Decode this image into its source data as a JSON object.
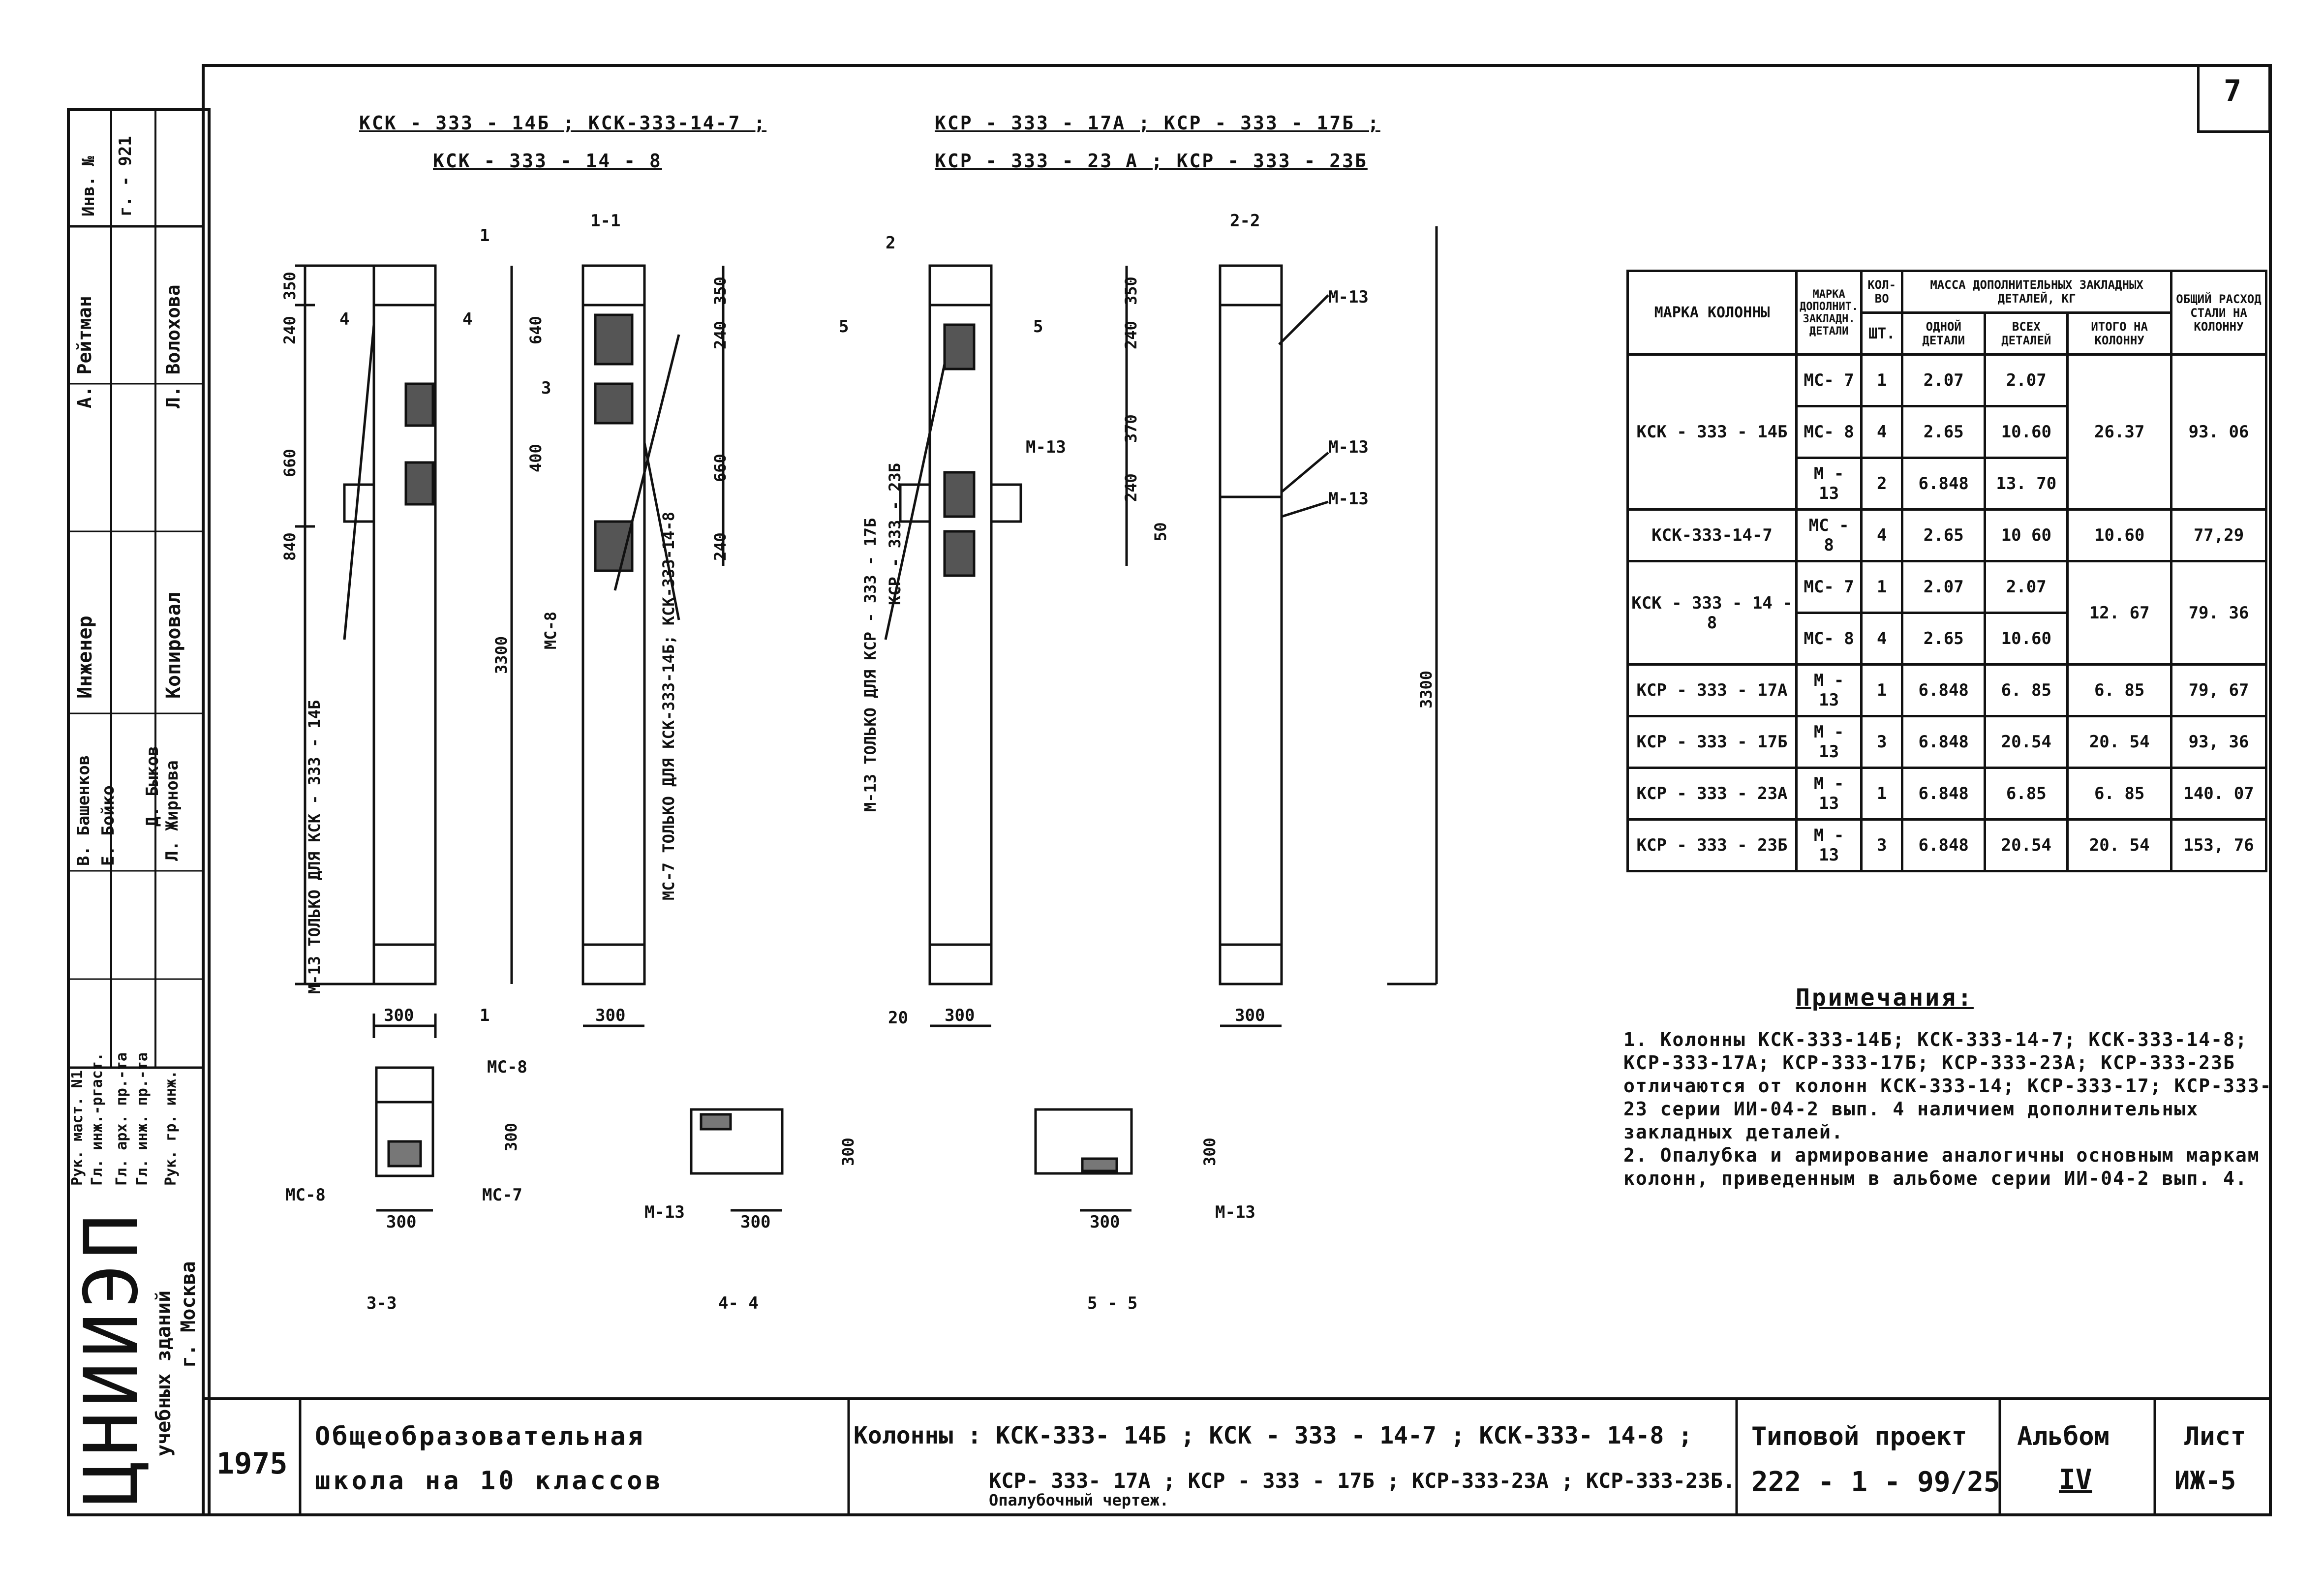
{
  "sheet_number_corner": "7",
  "side_stamp": {
    "inv": "Инв. №",
    "inv_sub": "г. - 921",
    "roles": [
      "Рук. маст. N1",
      "Гл. инж.-ргаст.",
      "Гл. арх. пр.-та",
      "Гл. инж. пр.-та",
      "Рук. гр. инж."
    ],
    "names_top": [
      "В. Башенков",
      "Е. Бойко",
      "Д. Быков"
    ],
    "names_bottom": [
      "Инженер",
      "Копировал"
    ],
    "staff": [
      "А. Рейтман",
      "Л. Волохова",
      "Л. Жирнова"
    ],
    "org": "ЦНИИЭП",
    "org_sub1": "учебных зданий",
    "org_sub2": "г. Москва"
  },
  "drawing": {
    "title_left_1": "КСК - 333 - 14Б ; КСК-333-14-7 ;",
    "title_left_2": "КСК - 333 - 14 - 8",
    "title_right_1": "КСР - 333 - 17А ; КСР - 333 - 17Б ;",
    "title_right_2": "КСР - 333 - 23 А ; КСР - 333 - 23Б",
    "sec_1_1": "1-1",
    "sec_2_2": "2-2",
    "sec_3_3": "3-3",
    "sec_4_4": "4- 4",
    "sec_5_5": "5 - 5",
    "dim_300": "300",
    "dim_3300": "3300",
    "dim_350": "350",
    "dim_240": "240",
    "dim_660": "660",
    "dim_840": "840",
    "dim_640": "640",
    "dim_400": "400",
    "dim_370": "370",
    "dim_50": "50",
    "dim_20": "20",
    "dim_2": "2",
    "mark_1": "1",
    "mark_3": "3",
    "mark_4": "4",
    "mark_5": "5",
    "mark_2": "2",
    "note_m13_left": "М-13 ТОЛЬКО ДЛЯ КСК - 333 - 14Б",
    "note_mc8": "МС-8",
    "note_mc7_left": "МС-7 ТОЛЬКО ДЛЯ КСК-333-14Б; КСК-333-14-8",
    "note_m13_right": "М-13 ТОЛЬКО ДЛЯ КСР - 333 - 17Б",
    "note_m13_right_2": "КСР - 333 - 23Б",
    "lbl_m13": "М-13",
    "lbl_mc8": "МС-8",
    "lbl_mc7": "МС-7"
  },
  "table": {
    "h_mark": "МАРКА КОЛОННЫ",
    "h_add": "МАРКА ДОПОЛНИТ. ЗАКЛАДН. ДЕТАЛИ",
    "h_qty": "КОЛ-ВО",
    "h_qty_unit": "ШТ.",
    "h_mass": "МАССА ДОПОЛНИТЕЛЬНЫХ ЗАКЛАДНЫХ ДЕТАЛЕЙ, КГ",
    "h_one": "ОДНОЙ ДЕТАЛИ",
    "h_all": "ВСЕХ ДЕТАЛЕЙ",
    "h_total": "ИТОГО НА КОЛОННУ",
    "h_steel": "ОБЩИЙ РАСХОД СТАЛИ НА КОЛОННУ",
    "rows": [
      {
        "mark": "КСК - 333 - 14Б",
        "items": [
          {
            "part": "МС- 7",
            "qty": "1",
            "one": "2.07",
            "all": "2.07"
          },
          {
            "part": "МС- 8",
            "qty": "4",
            "one": "2.65",
            "all": "10.60"
          },
          {
            "part": "М - 13",
            "qty": "2",
            "one": "6.848",
            "all": "13. 70"
          }
        ],
        "total": "26.37",
        "steel": "93. 06"
      },
      {
        "mark": "КСК-333-14-7",
        "items": [
          {
            "part": "МС - 8",
            "qty": "4",
            "one": "2.65",
            "all": "10 60"
          }
        ],
        "total": "10.60",
        "steel": "77,29"
      },
      {
        "mark": "КСК - 333 - 14 - 8",
        "items": [
          {
            "part": "МС- 7",
            "qty": "1",
            "one": "2.07",
            "all": "2.07"
          },
          {
            "part": "МС- 8",
            "qty": "4",
            "one": "2.65",
            "all": "10.60"
          }
        ],
        "total": "12. 67",
        "steel": "79. 36"
      },
      {
        "mark": "КСР - 333 - 17А",
        "items": [
          {
            "part": "М - 13",
            "qty": "1",
            "one": "6.848",
            "all": "6. 85"
          }
        ],
        "total": "6. 85",
        "steel": "79, 67"
      },
      {
        "mark": "КСР - 333 - 17Б",
        "items": [
          {
            "part": "М - 13",
            "qty": "3",
            "one": "6.848",
            "all": "20.54"
          }
        ],
        "total": "20. 54",
        "steel": "93, 36"
      },
      {
        "mark": "КСР - 333 - 23А",
        "items": [
          {
            "part": "М - 13",
            "qty": "1",
            "one": "6.848",
            "all": "6.85"
          }
        ],
        "total": "6. 85",
        "steel": "140. 07"
      },
      {
        "mark": "КСР - 333 - 23Б",
        "items": [
          {
            "part": "М - 13",
            "qty": "3",
            "one": "6.848",
            "all": "20.54"
          }
        ],
        "total": "20. 54",
        "steel": "153, 76"
      }
    ]
  },
  "notes": {
    "title": "Примечания:",
    "n1": "1. Колонны КСК-333-14Б; КСК-333-14-7; КСК-333-14-8; КСР-333-17А; КСР-333-17Б; КСР-333-23А; КСР-333-23Б отличаются от колонн КСК-333-14; КСР-333-17; КСР-333-23 серии ИИ-04-2 вып. 4 наличием дополнительных закладных деталей.",
    "n2": "2. Опалубка и армирование аналогичны основным маркам колонн, приведенным в альбоме серии ИИ-04-2 вып. 4."
  },
  "title_block": {
    "year": "1975",
    "project_1": "Общеобразовательная",
    "project_2": "школа на 10 классов",
    "desc_1": "Колонны : КСК-333- 14Б ; КСК - 333 - 14-7 ; КСК-333- 14-8 ;",
    "desc_2": "КСР- 333- 17А ; КСР - 333 - 17Б ; КСР-333-23А ; КСР-333-23Б.",
    "desc_3": "Опалубочный чертеж.",
    "typ_label": "Типовой проект",
    "typ_value": "222 - 1 - 99/25",
    "album_label": "Альбом",
    "album_value": "IV",
    "sheet_label": "Лист",
    "sheet_value": "ИЖ-5"
  }
}
